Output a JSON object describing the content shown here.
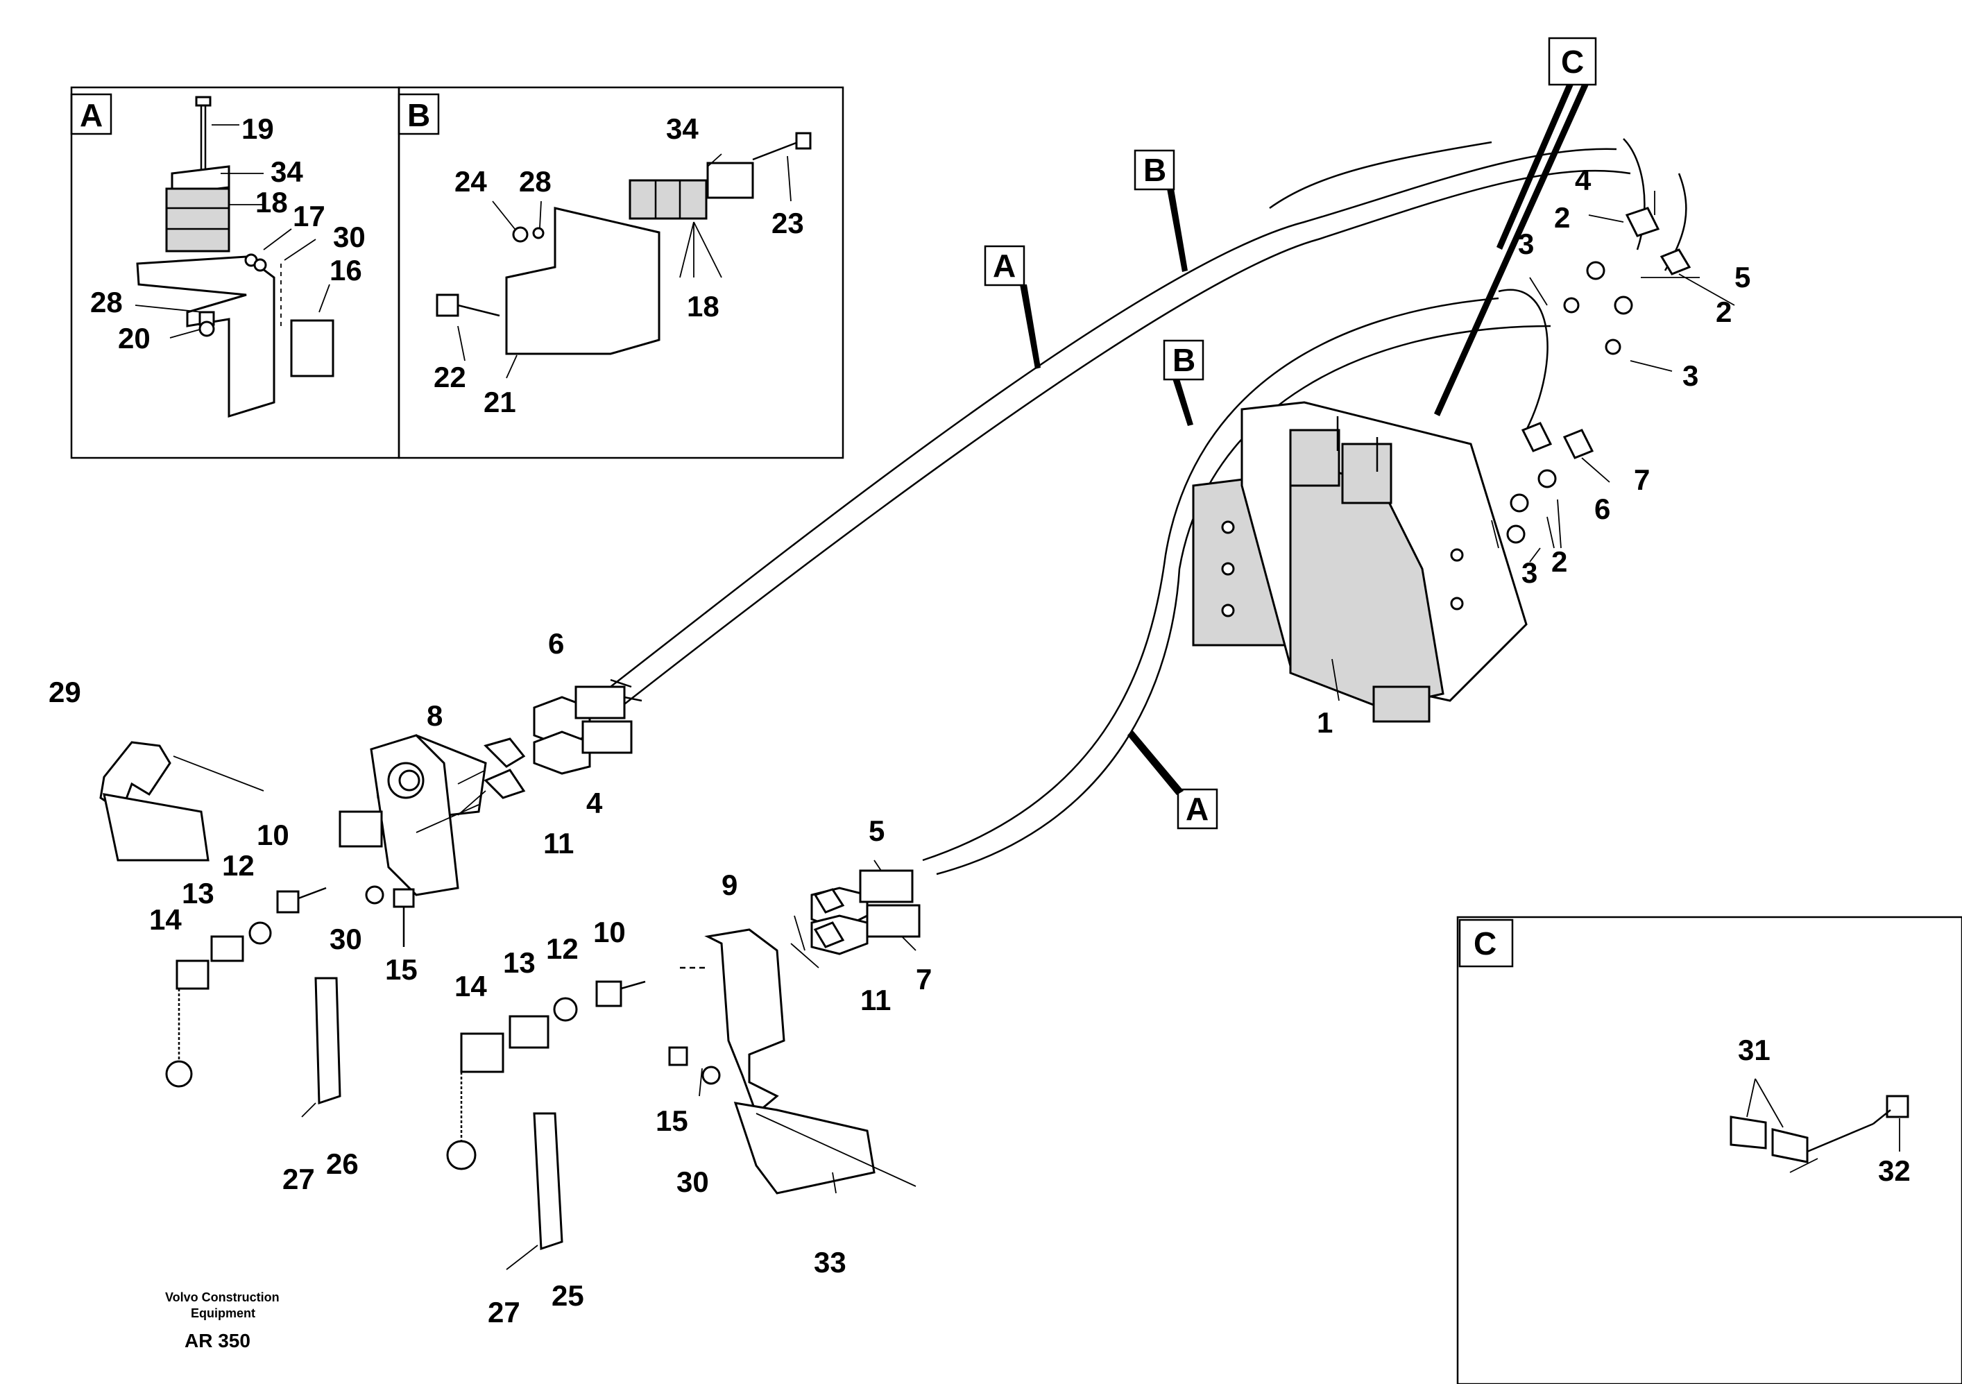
{
  "views": {
    "A": {
      "letter": "A"
    },
    "B": {
      "letter": "B"
    },
    "C": {
      "letter": "C"
    }
  },
  "pipe_labels": {
    "a1": "A",
    "a2": "A",
    "b1": "B",
    "b2": "B",
    "c1": "C"
  },
  "parts": {
    "p1": "1",
    "p2a": "2",
    "p2b": "2",
    "p2c": "2",
    "p3a": "3",
    "p3b": "3",
    "p3c": "3",
    "p4a": "4",
    "p4b": "4",
    "p5a": "5",
    "p5b": "5",
    "p6a": "6",
    "p6b": "6",
    "p7a": "7",
    "p7b": "7",
    "p8": "8",
    "p9": "9",
    "p10a": "10",
    "p10b": "10",
    "p11a": "11",
    "p11b": "11",
    "p12a": "12",
    "p12b": "12",
    "p13a": "13",
    "p13b": "13",
    "p14a": "14",
    "p14b": "14",
    "p15a": "15",
    "p15b": "15",
    "p16": "16",
    "p17": "17",
    "p18a": "18",
    "p18b": "18",
    "p19": "19",
    "p20": "20",
    "p21": "21",
    "p22": "22",
    "p23": "23",
    "p24": "24",
    "p25": "25",
    "p26": "26",
    "p27a": "27",
    "p27b": "27",
    "p28a": "28",
    "p28b": "28",
    "p29": "29",
    "p30a": "30",
    "p30b": "30",
    "p30c": "30",
    "p31": "31",
    "p32": "32",
    "p33": "33",
    "p34a": "34",
    "p34b": "34"
  },
  "footer": {
    "maker_line1": "Volvo Construction",
    "maker_line2": "Equipment",
    "ref": "AR 350"
  }
}
